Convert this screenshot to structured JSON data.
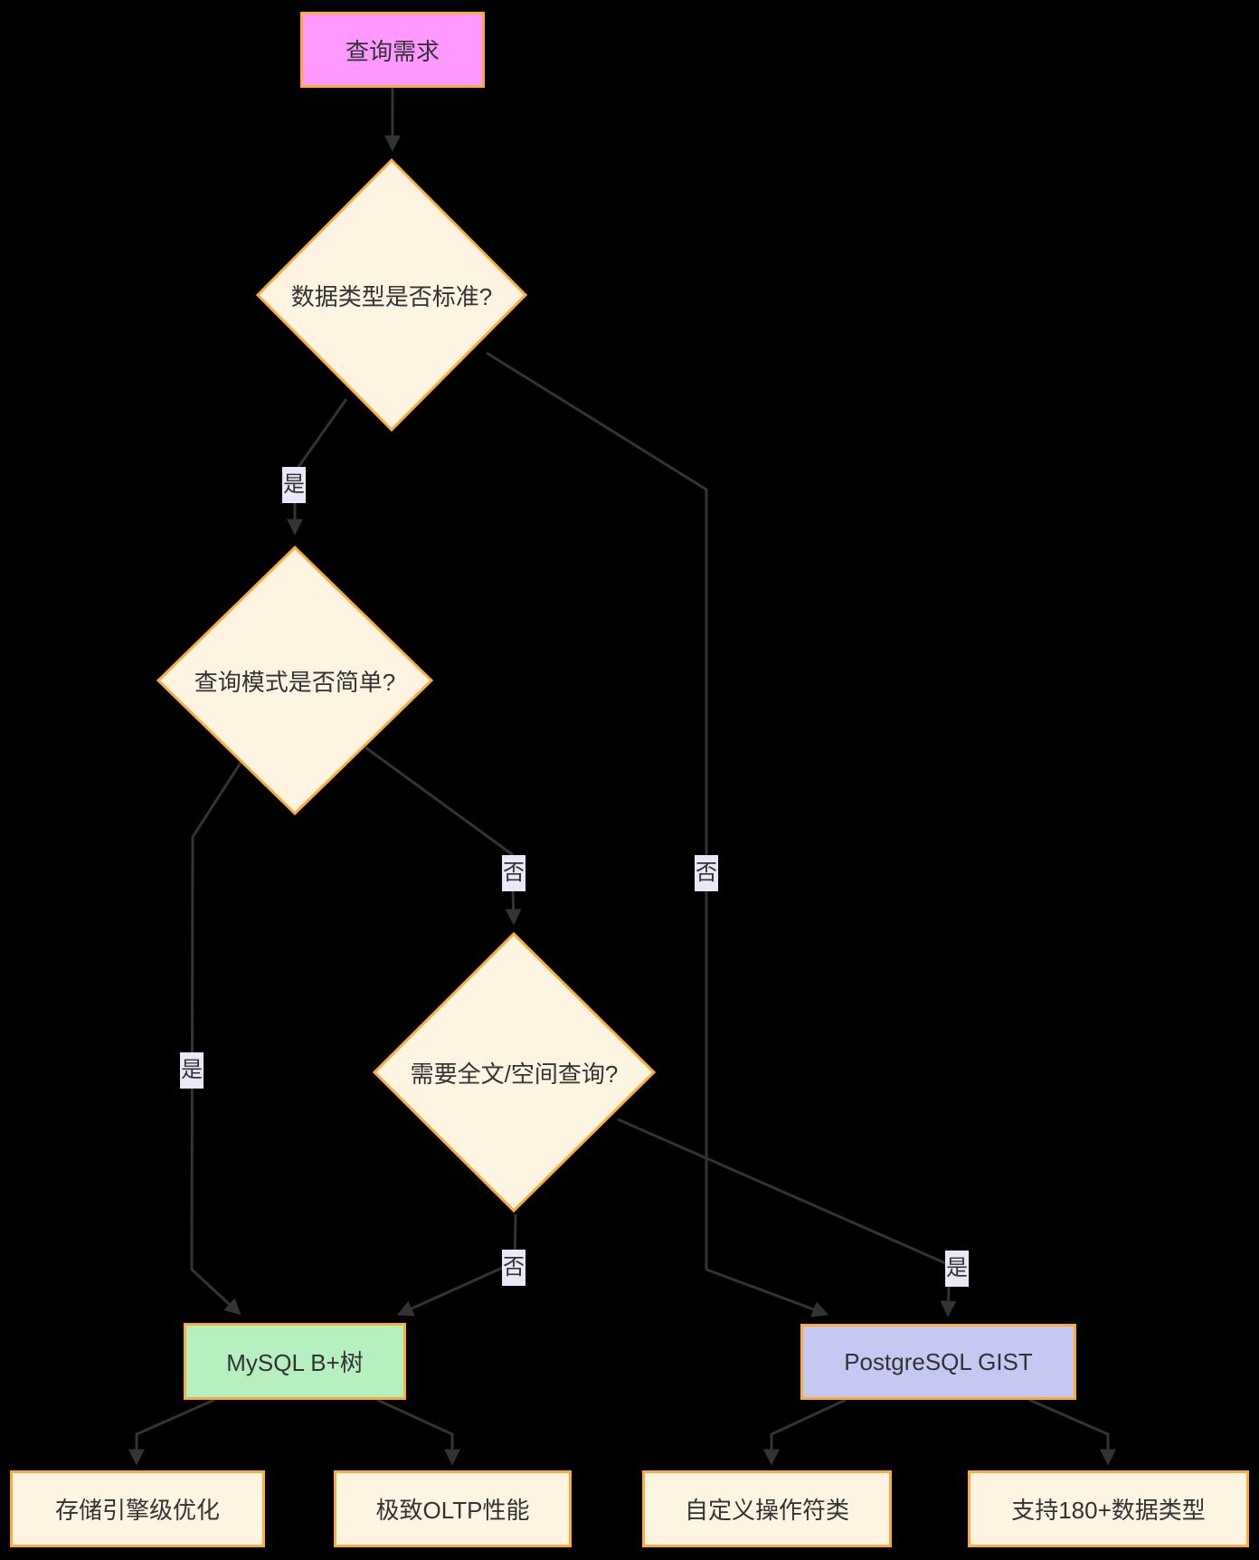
{
  "theme": {
    "background": "#000000",
    "border": "#FAAD3C",
    "line": "#333333",
    "text": "#333333",
    "start_fill": "#FF99FF",
    "decision_fill": "#FDF5E2",
    "mysql_fill": "#B6F0BE",
    "postgres_fill": "#C5C9F1",
    "leaf_fill": "#FDF5E2",
    "edge_label_bg": "#E8E8F8"
  },
  "nodes": {
    "start": {
      "label": "查询需求"
    },
    "decision1": {
      "label": "数据类型是否标准?"
    },
    "decision2": {
      "label": "查询模式是否简单?"
    },
    "decision3": {
      "label": "需要全文/空间查询?"
    },
    "mysql": {
      "label": "MySQL B+树"
    },
    "postgres": {
      "label": "PostgreSQL GIST"
    },
    "leaf1": {
      "label": "存储引擎级优化"
    },
    "leaf2": {
      "label": "极致OLTP性能"
    },
    "leaf3": {
      "label": "自定义操作符类"
    },
    "leaf4": {
      "label": "支持180+数据类型"
    }
  },
  "edge_labels": {
    "d1_yes": "是",
    "d1_no": "否",
    "d2_yes": "是",
    "d2_no": "否",
    "d3_no": "否",
    "d3_yes": "是"
  }
}
